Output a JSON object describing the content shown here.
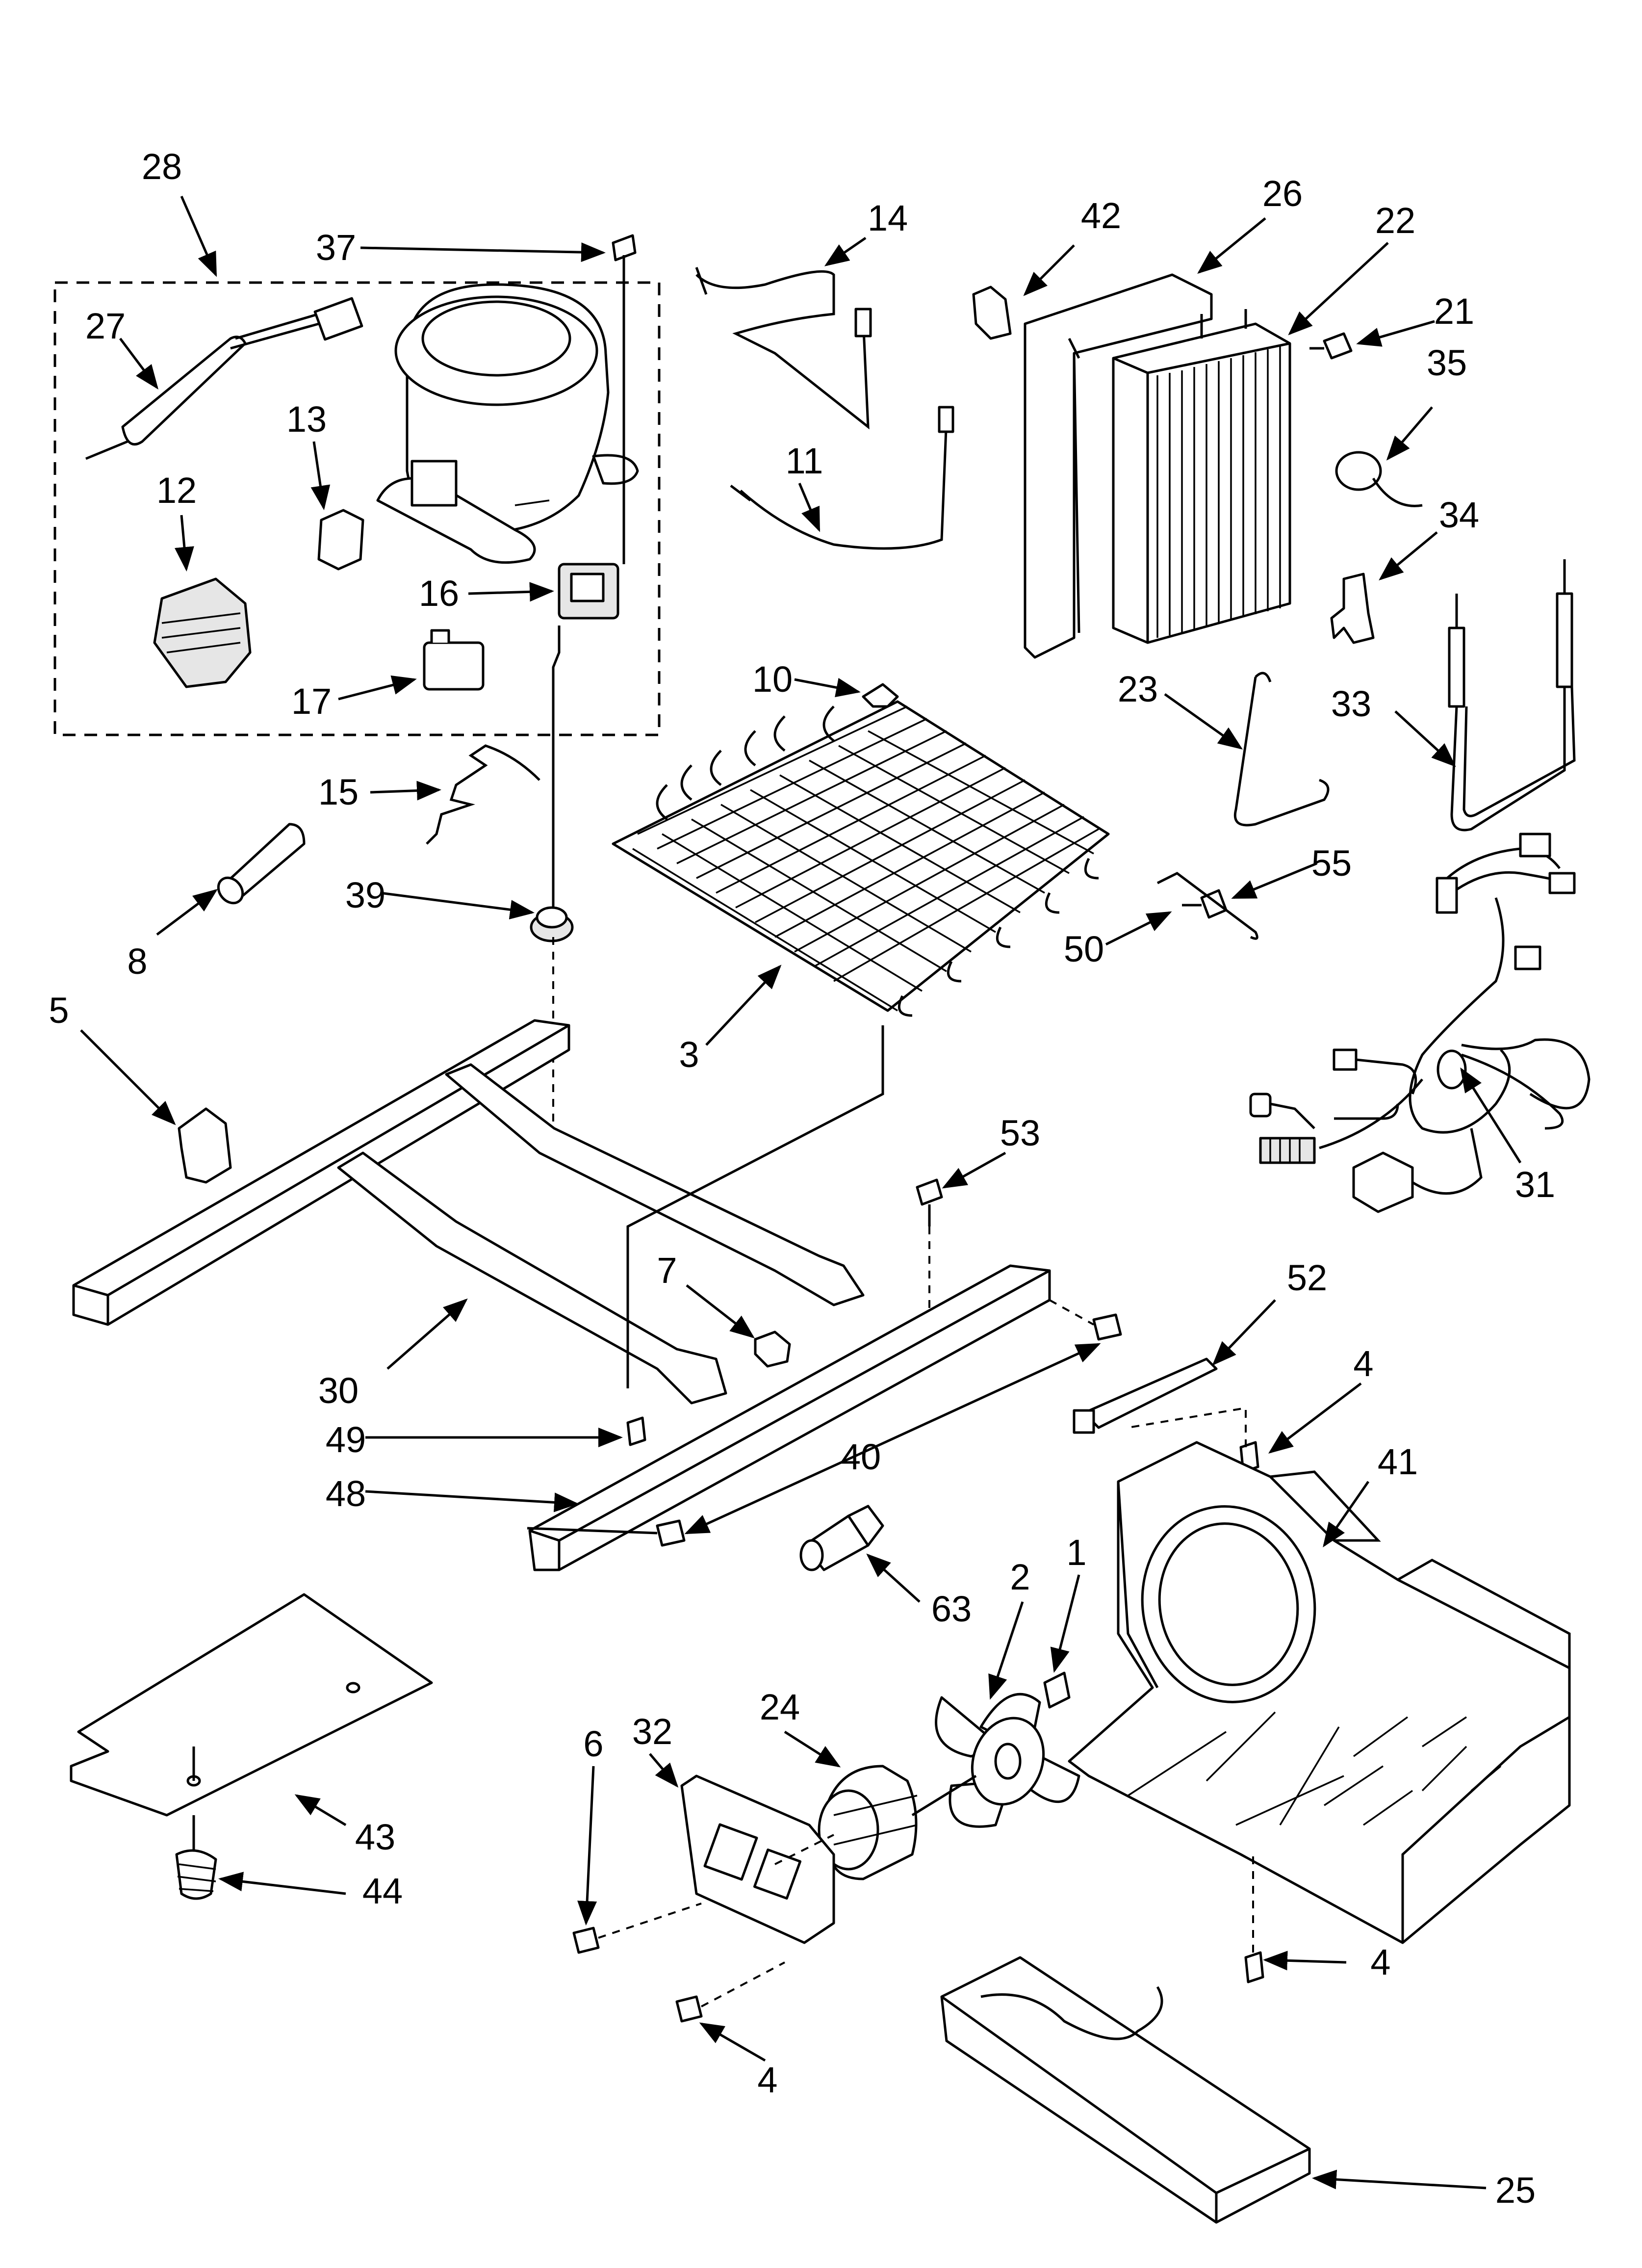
{
  "diagram": {
    "callouts": [
      {
        "id": "c28",
        "text": "28"
      },
      {
        "id": "c37",
        "text": "37"
      },
      {
        "id": "c27",
        "text": "27"
      },
      {
        "id": "c13",
        "text": "13"
      },
      {
        "id": "c12",
        "text": "12"
      },
      {
        "id": "c16",
        "text": "16"
      },
      {
        "id": "c17",
        "text": "17"
      },
      {
        "id": "c14",
        "text": "14"
      },
      {
        "id": "c11",
        "text": "11"
      },
      {
        "id": "c42",
        "text": "42"
      },
      {
        "id": "c26",
        "text": "26"
      },
      {
        "id": "c22",
        "text": "22"
      },
      {
        "id": "c21",
        "text": "21"
      },
      {
        "id": "c35",
        "text": "35"
      },
      {
        "id": "c34",
        "text": "34"
      },
      {
        "id": "c10",
        "text": "10"
      },
      {
        "id": "c23",
        "text": "23"
      },
      {
        "id": "c33",
        "text": "33"
      },
      {
        "id": "c15",
        "text": "15"
      },
      {
        "id": "c8",
        "text": "8"
      },
      {
        "id": "c39",
        "text": "39"
      },
      {
        "id": "c55",
        "text": "55"
      },
      {
        "id": "c50",
        "text": "50"
      },
      {
        "id": "c3",
        "text": "3"
      },
      {
        "id": "c5",
        "text": "5"
      },
      {
        "id": "c53",
        "text": "53"
      },
      {
        "id": "c31",
        "text": "31"
      },
      {
        "id": "c7",
        "text": "7"
      },
      {
        "id": "c52",
        "text": "52"
      },
      {
        "id": "c30",
        "text": "30"
      },
      {
        "id": "c4a",
        "text": "4"
      },
      {
        "id": "c49",
        "text": "49"
      },
      {
        "id": "c41",
        "text": "41"
      },
      {
        "id": "c40",
        "text": "40"
      },
      {
        "id": "c48",
        "text": "48"
      },
      {
        "id": "c63",
        "text": "63"
      },
      {
        "id": "c2",
        "text": "2"
      },
      {
        "id": "c1",
        "text": "1"
      },
      {
        "id": "c24",
        "text": "24"
      },
      {
        "id": "c32",
        "text": "32"
      },
      {
        "id": "c43",
        "text": "43"
      },
      {
        "id": "c6",
        "text": "6"
      },
      {
        "id": "c44",
        "text": "44"
      },
      {
        "id": "c4b",
        "text": "4"
      },
      {
        "id": "c4c",
        "text": "4"
      },
      {
        "id": "c25",
        "text": "25"
      }
    ]
  },
  "icons": {
    "compressor": "compressor-icon",
    "condenser": "condenser-coil-icon",
    "fan": "fan-blade-icon",
    "motor": "fan-motor-icon",
    "harness": "wire-harness-icon",
    "drain_pan": "drain-pan-icon"
  },
  "colors": {
    "line": "#000000",
    "background": "#ffffff",
    "shade": "#e6e6e6"
  }
}
